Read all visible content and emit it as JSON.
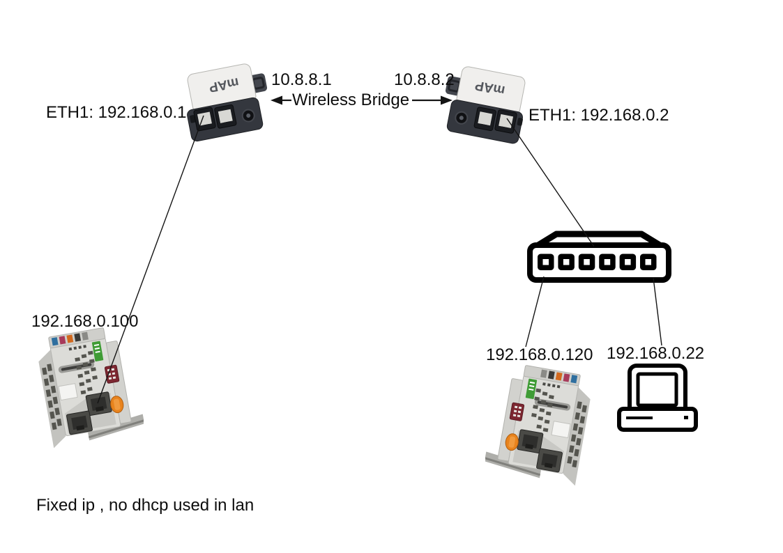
{
  "colors": {
    "background": "#ffffff",
    "text": "#0d0d0d",
    "line": "#141414",
    "ap-top": "#f0efed",
    "ap-dark": "#34373e",
    "ap-logo": "#54575d",
    "plc-body": "#dcdcd8",
    "plc-side": "#c3c3bf",
    "plc-vent": "#55554f",
    "wago-green": "#3f9c35",
    "latch-orange": "#e8831d",
    "dip-maroon": "#7c2630",
    "icon-black": "#000000"
  },
  "bridge": {
    "link_label": "Wireless Bridge",
    "left_ap": {
      "wlan_ip": "10.8.8.1",
      "eth_label": "ETH1: 192.168.0.1",
      "logo": "mAP"
    },
    "right_ap": {
      "wlan_ip": "10.8.8.2",
      "eth_label": "ETH1: 192.168.0.2",
      "logo": "mAP"
    }
  },
  "lan": {
    "plc_left_ip": "192.168.0.100",
    "plc_right_ip": "192.168.0.120",
    "pc_ip": "192.168.0.22",
    "switch_ports": 6
  },
  "caption": "Fixed ip , no dhcp used in lan"
}
